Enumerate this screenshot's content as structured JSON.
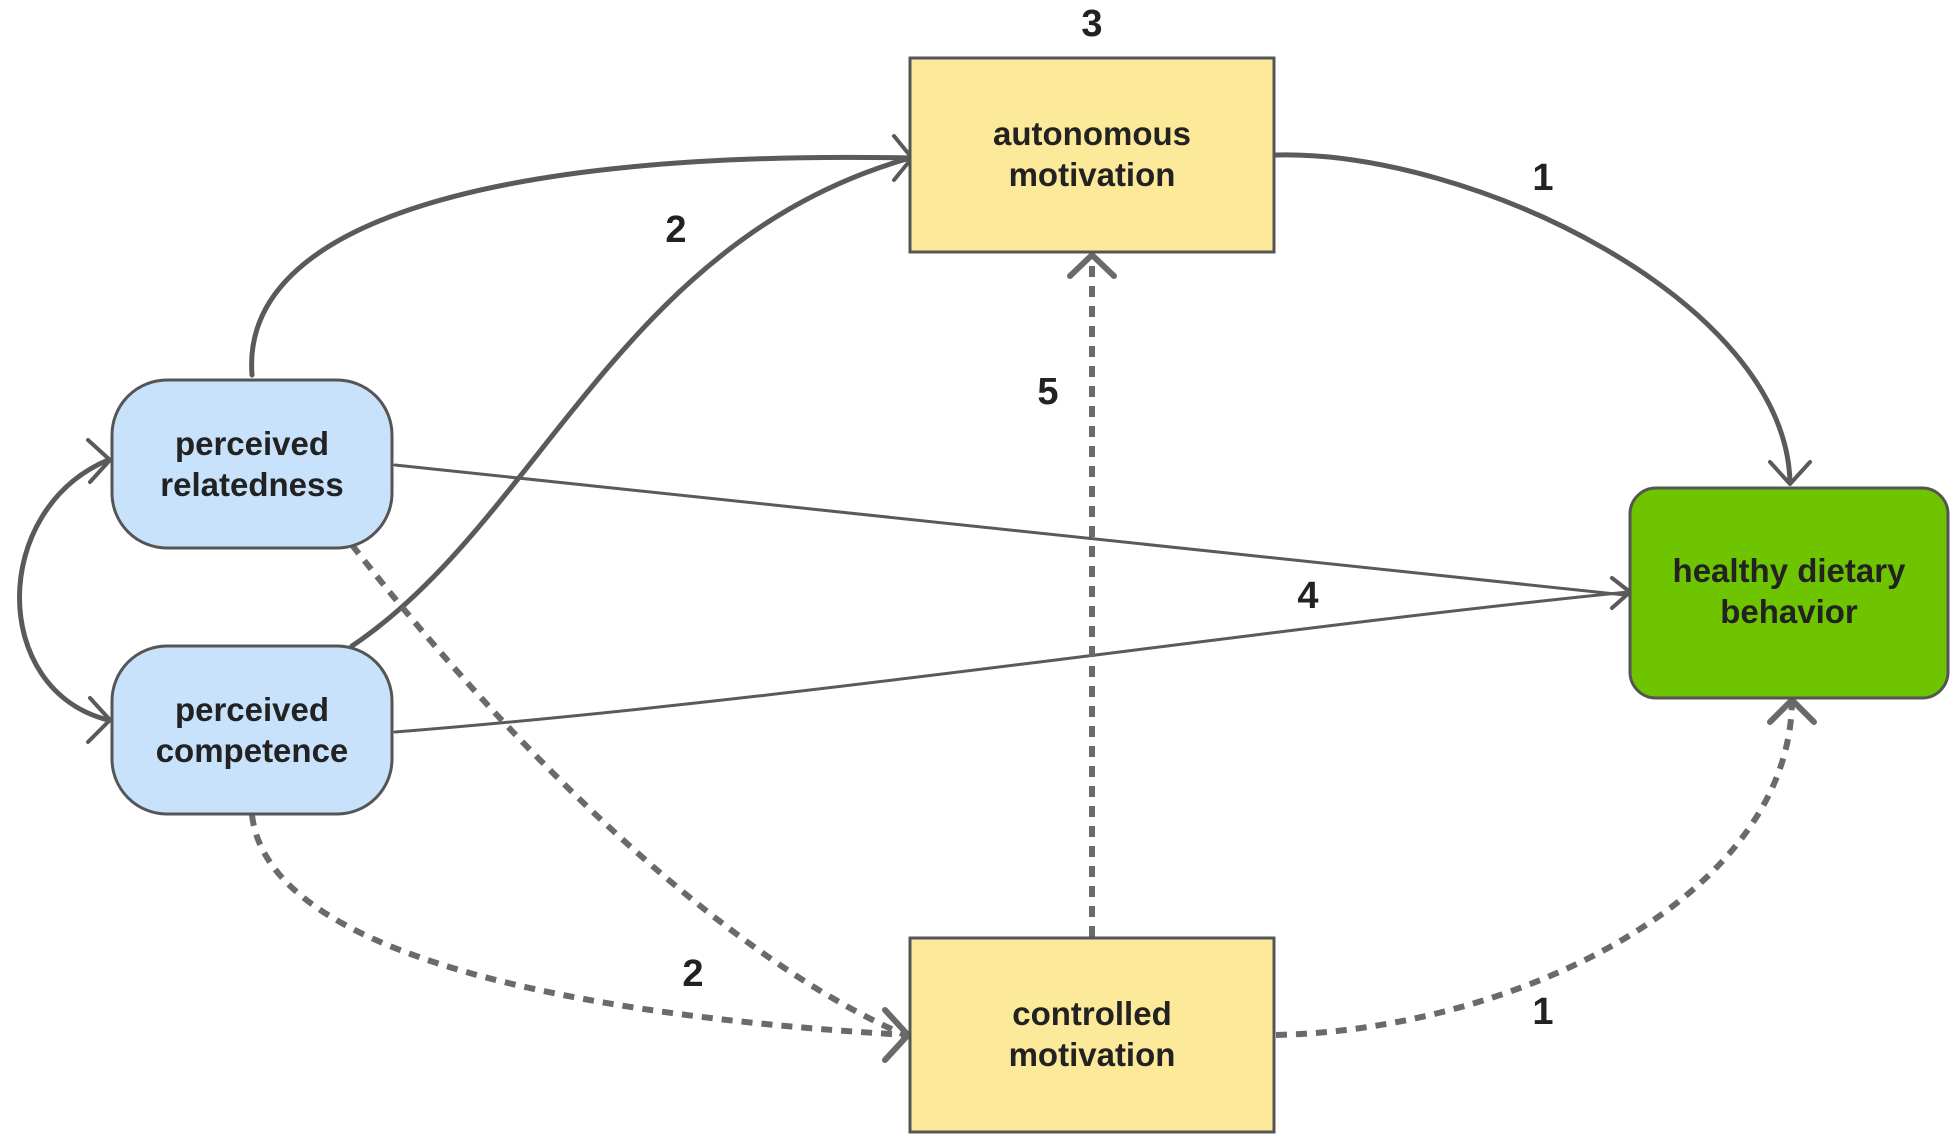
{
  "nodes": {
    "autonomous": {
      "line1": "autonomous",
      "line2": "motivation",
      "fill": "#fde99a",
      "stroke": "#555555"
    },
    "controlled": {
      "line1": "controlled",
      "line2": "motivation",
      "fill": "#fde99a",
      "stroke": "#555555"
    },
    "relatedness": {
      "line1": "perceived",
      "line2": "relatedness",
      "fill": "#c8e2fb",
      "stroke": "#555555"
    },
    "competence": {
      "line1": "perceived",
      "line2": "competence",
      "fill": "#c8e2fb",
      "stroke": "#555555"
    },
    "healthy": {
      "line1": "healthy dietary",
      "line2": "behavior",
      "fill": "#6fc400",
      "stroke": "#555555"
    }
  },
  "labels": {
    "top_3": "3",
    "upper_2": "2",
    "upper_1": "1",
    "middle_5": "5",
    "middle_4": "4",
    "lower_2": "2",
    "lower_1": "1"
  }
}
